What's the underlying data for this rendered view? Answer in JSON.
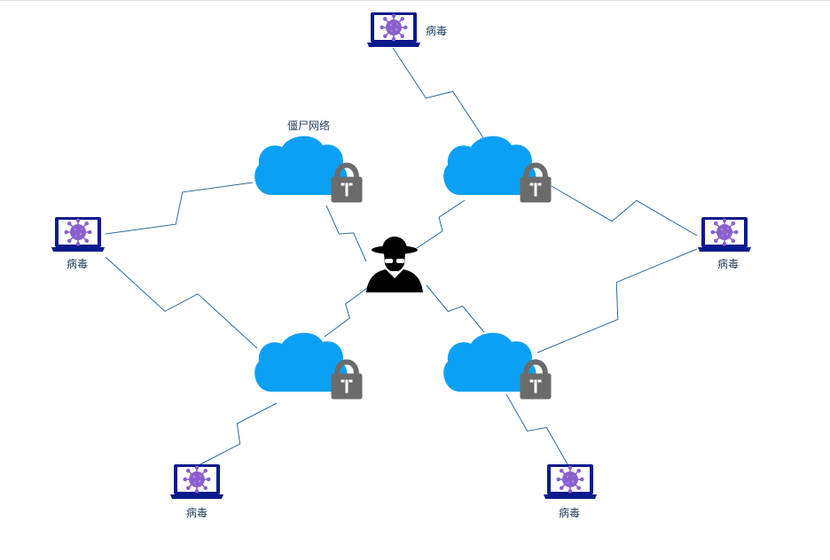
{
  "diagram": {
    "botnet_label": "僵尸网络",
    "virus_label": "病毒",
    "colors": {
      "cloud": "#0aa0f5",
      "lock_body": "#6b6b6b",
      "lock_shackle": "#6b6b6b",
      "laptop_frame": "#0a1a8c",
      "virus": "#8a5fcf",
      "link": "#2c6a9e",
      "hacker": "#000000"
    },
    "nodes": {
      "hacker": {
        "name": "hacker",
        "icon": "hacker-icon"
      },
      "clouds": [
        {
          "id": "cloud-top-left",
          "icon": "cloud-lock-icon"
        },
        {
          "id": "cloud-top-right",
          "icon": "cloud-lock-icon"
        },
        {
          "id": "cloud-bottom-left",
          "icon": "cloud-lock-icon"
        },
        {
          "id": "cloud-bottom-right",
          "icon": "cloud-lock-icon"
        }
      ],
      "laptops": [
        {
          "id": "laptop-top",
          "label": "病毒",
          "icon": "infected-laptop-icon"
        },
        {
          "id": "laptop-left",
          "label": "病毒",
          "icon": "infected-laptop-icon"
        },
        {
          "id": "laptop-right",
          "label": "病毒",
          "icon": "infected-laptop-icon"
        },
        {
          "id": "laptop-bottom-left",
          "label": "病毒",
          "icon": "infected-laptop-icon"
        },
        {
          "id": "laptop-bottom-right",
          "label": "病毒",
          "icon": "infected-laptop-icon"
        }
      ]
    },
    "edges": [
      [
        "hacker",
        "cloud-top-left"
      ],
      [
        "hacker",
        "cloud-top-right"
      ],
      [
        "hacker",
        "cloud-bottom-left"
      ],
      [
        "hacker",
        "cloud-bottom-right"
      ],
      [
        "laptop-top",
        "cloud-top-right"
      ],
      [
        "laptop-left",
        "cloud-top-left"
      ],
      [
        "laptop-left",
        "cloud-bottom-left"
      ],
      [
        "laptop-right",
        "cloud-top-right"
      ],
      [
        "laptop-right",
        "cloud-bottom-right"
      ],
      [
        "laptop-bottom-left",
        "cloud-bottom-left"
      ],
      [
        "laptop-bottom-right",
        "cloud-bottom-right"
      ]
    ]
  }
}
